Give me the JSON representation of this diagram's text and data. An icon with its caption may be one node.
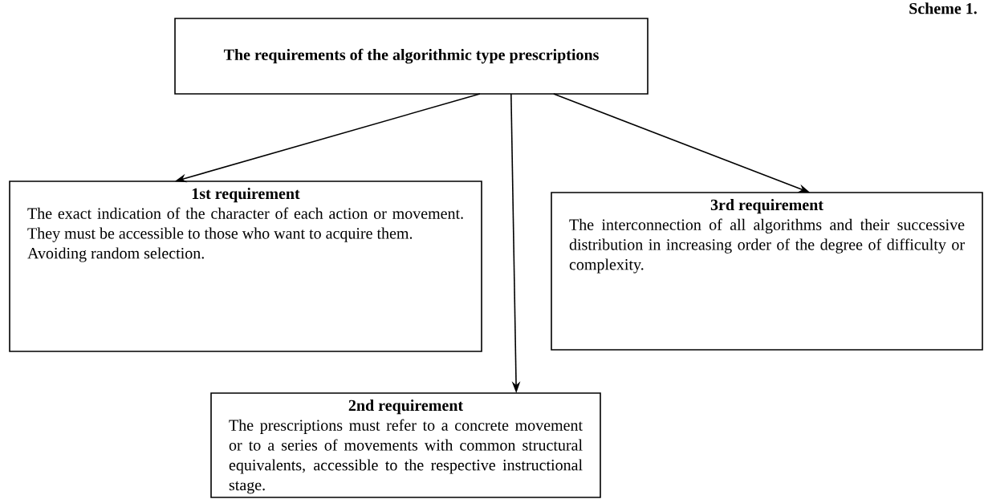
{
  "diagram": {
    "title": "Scheme 1.",
    "nodes": [
      {
        "text": [
          "The requirements of the algorithmic type prescriptions"
        ]
      },
      {
        "text": [
          "1st requirement",
          "The exact indication of the character of each action or movement. They must be accessible to those who want to acquire them.",
          "Avoiding random selection."
        ]
      },
      {
        "text": [
          "3rd requirement",
          "The interconnection of all algorithms and their successive distribution in increasing order of the degree of difficulty or complexity."
        ]
      },
      {
        "text": [
          "2nd requirement",
          "The prescriptions must refer to a concrete movement or to a series of movements with common structural equivalents, accessible to the respective instructional stage."
        ]
      }
    ],
    "edges": [
      {
        "from": 0,
        "to": 1,
        "arrow": "to"
      },
      {
        "from": 0,
        "to": 3,
        "arrow": "to"
      },
      {
        "from": 0,
        "to": 2,
        "arrow": "to"
      }
    ]
  }
}
